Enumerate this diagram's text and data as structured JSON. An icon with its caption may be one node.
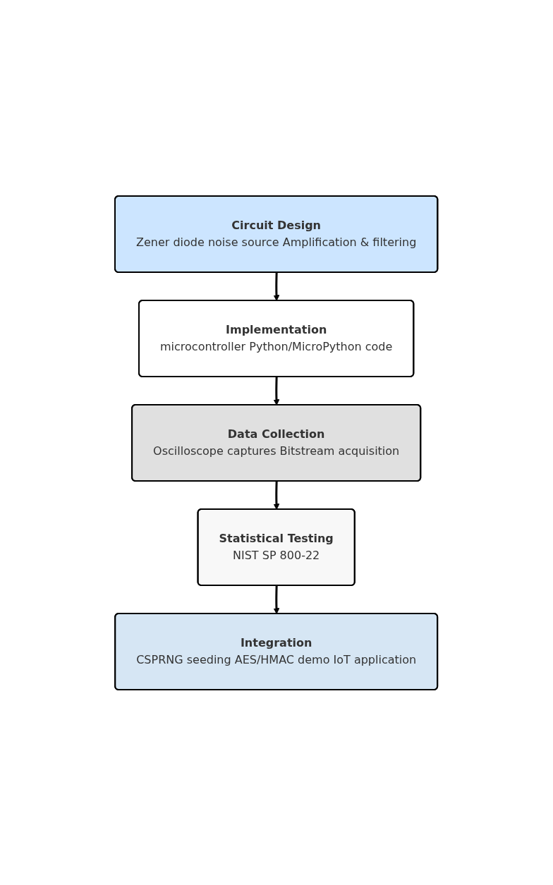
{
  "diagram": {
    "nodes": [
      {
        "text": [
          "Circuit Design",
          "Zener diode noise source Amplification & filtering"
        ]
      },
      {
        "text": [
          "Implementation",
          "microcontroller Python/MicroPython code"
        ]
      },
      {
        "text": [
          "Data Collection",
          "Oscilloscope captures Bitstream acquisition"
        ]
      },
      {
        "text": [
          "Statistical Testing",
          "NIST SP 800-22"
        ]
      },
      {
        "text": [
          "Integration",
          "CSPRNG seeding AES/HMAC demo IoT application"
        ]
      }
    ],
    "edges": [
      {
        "from": 0,
        "to": 1,
        "arrow": "to"
      },
      {
        "from": 1,
        "to": 2,
        "arrow": "to"
      },
      {
        "from": 2,
        "to": 3,
        "arrow": "to"
      },
      {
        "from": 3,
        "to": 4,
        "arrow": "to"
      }
    ]
  }
}
